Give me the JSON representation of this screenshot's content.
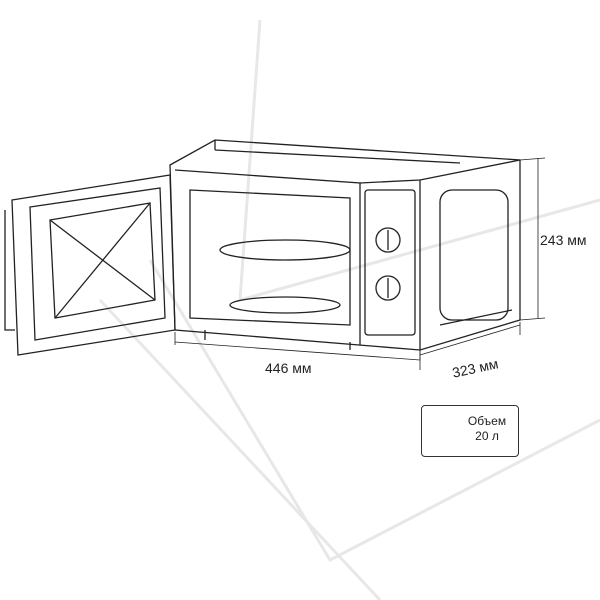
{
  "dimensions": {
    "height": "243 мм",
    "width": "446 мм",
    "depth": "323 мм"
  },
  "volume": {
    "label": "Объем",
    "value": "20 л",
    "icon": "cube-icon"
  },
  "colors": {
    "line": "#222222",
    "watermark": "#cccccc"
  }
}
